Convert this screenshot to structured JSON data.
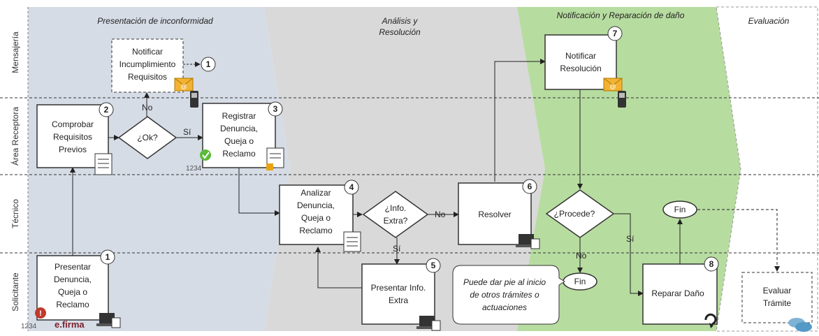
{
  "phases": {
    "p1": "Presentación de inconformidad",
    "p2_line1": "Análisis y",
    "p2_line2": "Resolución",
    "p3": "Notificación y Reparación de daño",
    "p4": "Evaluación"
  },
  "lanes": {
    "l1": "Mensajería",
    "l2": "Área Receptora",
    "l3": "Técnico",
    "l4": "Solicitante"
  },
  "nodes": {
    "notificar_inc": {
      "l1": "Notificar",
      "l2": "Incumplimiento",
      "l3": "Requisitos"
    },
    "comprobar": {
      "l1": "Comprobar",
      "l2": "Requisitos",
      "l3": "Previos",
      "num": "2"
    },
    "ok": {
      "text": "¿Ok?"
    },
    "registrar": {
      "l1": "Registrar",
      "l2": "Denuncia,",
      "l3": "Queja o",
      "l4": "Reclamo",
      "num": "3"
    },
    "analizar": {
      "l1": "Analizar",
      "l2": "Denuncia,",
      "l3": "Queja o",
      "l4": "Reclamo",
      "num": "4"
    },
    "info_extra": {
      "l1": "¿Info.",
      "l2": "Extra?"
    },
    "resolver": {
      "text": "Resolver",
      "num": "6"
    },
    "presentar_info": {
      "l1": "Presentar Info.",
      "l2": "Extra",
      "num": "5"
    },
    "presentar": {
      "l1": "Presentar",
      "l2": "Denuncia,",
      "l3": "Queja o",
      "l4": "Reclamo",
      "num": "1"
    },
    "notificar_res": {
      "l1": "Notificar",
      "l2": "Resolución",
      "num": "7"
    },
    "procede": {
      "text": "¿Procede?"
    },
    "reparar": {
      "text": "Reparar Daño",
      "num": "8"
    },
    "evaluar": {
      "l1": "Evaluar",
      "l2": "Trámite"
    },
    "ref1": {
      "num": "1"
    },
    "fin1": {
      "text": "Fin"
    },
    "fin2": {
      "text": "Fin"
    },
    "callout": {
      "l1": "Puede dar pie al inicio",
      "l2": "de otros trámites o",
      "l3": "actuaciones"
    }
  },
  "labels": {
    "no_ok": "No",
    "si_ok": "Sí",
    "no_info": "No",
    "si_info": "Sí",
    "si_procede": "Sí",
    "no_procede": "No"
  },
  "icons": {
    "efirma": "e.firma",
    "counter_1": "1234",
    "counter_2": "1234"
  },
  "colors": {
    "phase1": "#d6dce6",
    "phase2": "#d9d9d9",
    "phase3": "#b7dca0",
    "phase4": "#ffffff"
  }
}
